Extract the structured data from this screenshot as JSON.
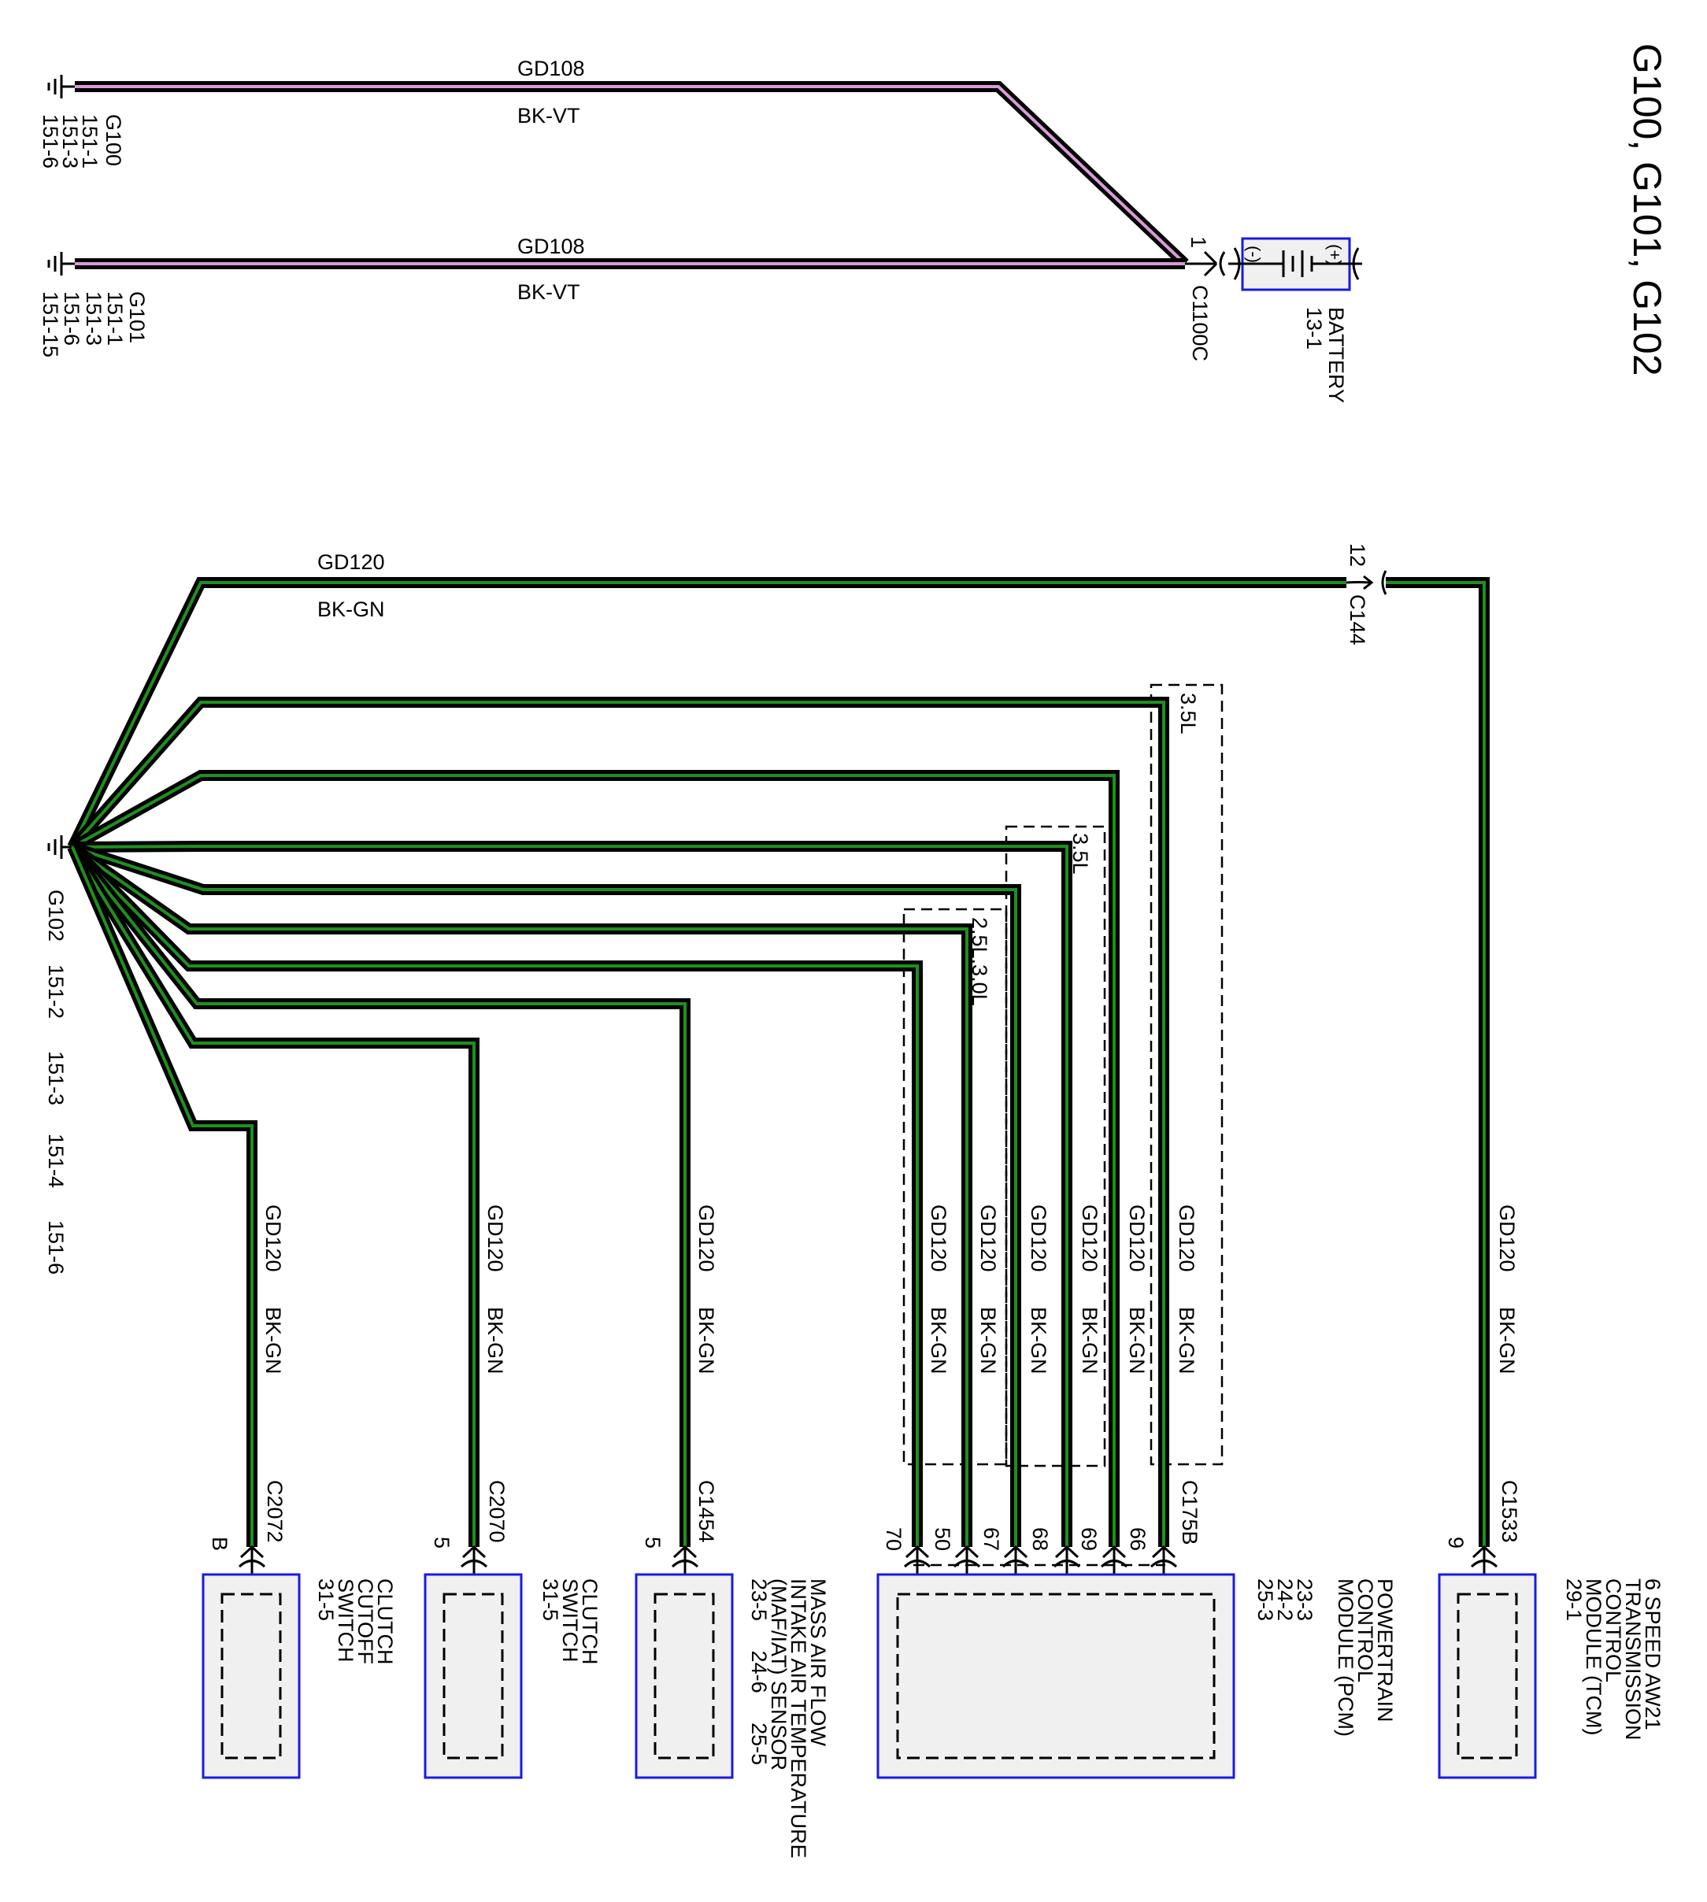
{
  "title": "G100, G101, G102",
  "colors": {
    "bk_vt_stripe": "#d99bd9",
    "bk_gn_stripe": "#1f8f1f",
    "component_border": "#1a1ae6",
    "component_fill": "#f0f0f0"
  },
  "grounds": {
    "g100": {
      "name": "G100",
      "refs": [
        "151-1",
        "151-3",
        "151-6"
      ]
    },
    "g101": {
      "name": "G101",
      "refs": [
        "151-1",
        "151-3",
        "151-6",
        "151-15"
      ]
    },
    "g102": {
      "name": "G102",
      "refs": [
        "151-2",
        "151-3",
        "151-4",
        "151-6"
      ]
    }
  },
  "circuits": {
    "gd108_top": {
      "circuit": "GD108",
      "color": "BK-VT"
    },
    "gd108_bottom": {
      "circuit": "GD108",
      "color": "BK-VT"
    },
    "gd120_main": {
      "circuit": "GD120",
      "color": "BK-GN"
    },
    "vertical_circuit": "GD120",
    "vertical_color": "BK-GN"
  },
  "battery": {
    "connector": "C1100C",
    "pin": "1",
    "name": "BATTERY",
    "ref": "13-1",
    "plus": "(+)",
    "minus": "(-)"
  },
  "inline_connector": {
    "name": "C144",
    "pin": "12"
  },
  "options": {
    "opt_35l_a": "3.5L",
    "opt_35l_b": "3.5L",
    "opt_25_30": "2.5L,3.0L"
  },
  "components": {
    "clutch_cutoff": {
      "connector": "C2072",
      "pin": "B",
      "lines": [
        "CLUTCH",
        "CUTOFF",
        "SWITCH",
        "31-5"
      ]
    },
    "clutch_switch": {
      "connector": "C2070",
      "pin": "5",
      "lines": [
        "CLUTCH",
        "SWITCH",
        "31-5"
      ]
    },
    "maf_iat": {
      "connector": "C1454",
      "pin": "5",
      "lines": [
        "MASS AIR FLOW",
        "INTAKE AIR TEMPERATURE",
        "(MAF/IAT) SENSOR",
        "23-5     24-6     25-5"
      ]
    },
    "pcm": {
      "connector": "C175B",
      "pins": [
        "70",
        "50",
        "67",
        "68",
        "69",
        "66"
      ],
      "lines": [
        "POWERTRAIN",
        "CONTROL",
        "MODULE (PCM)",
        "23-3",
        "24-2",
        "25-3"
      ]
    },
    "tcm": {
      "connector": "C1533",
      "pin": "9",
      "lines": [
        "6 SPEED AW21",
        "TRANSMISSION",
        "CONTROL",
        "MODULE (TCM)",
        "29-1"
      ]
    }
  }
}
